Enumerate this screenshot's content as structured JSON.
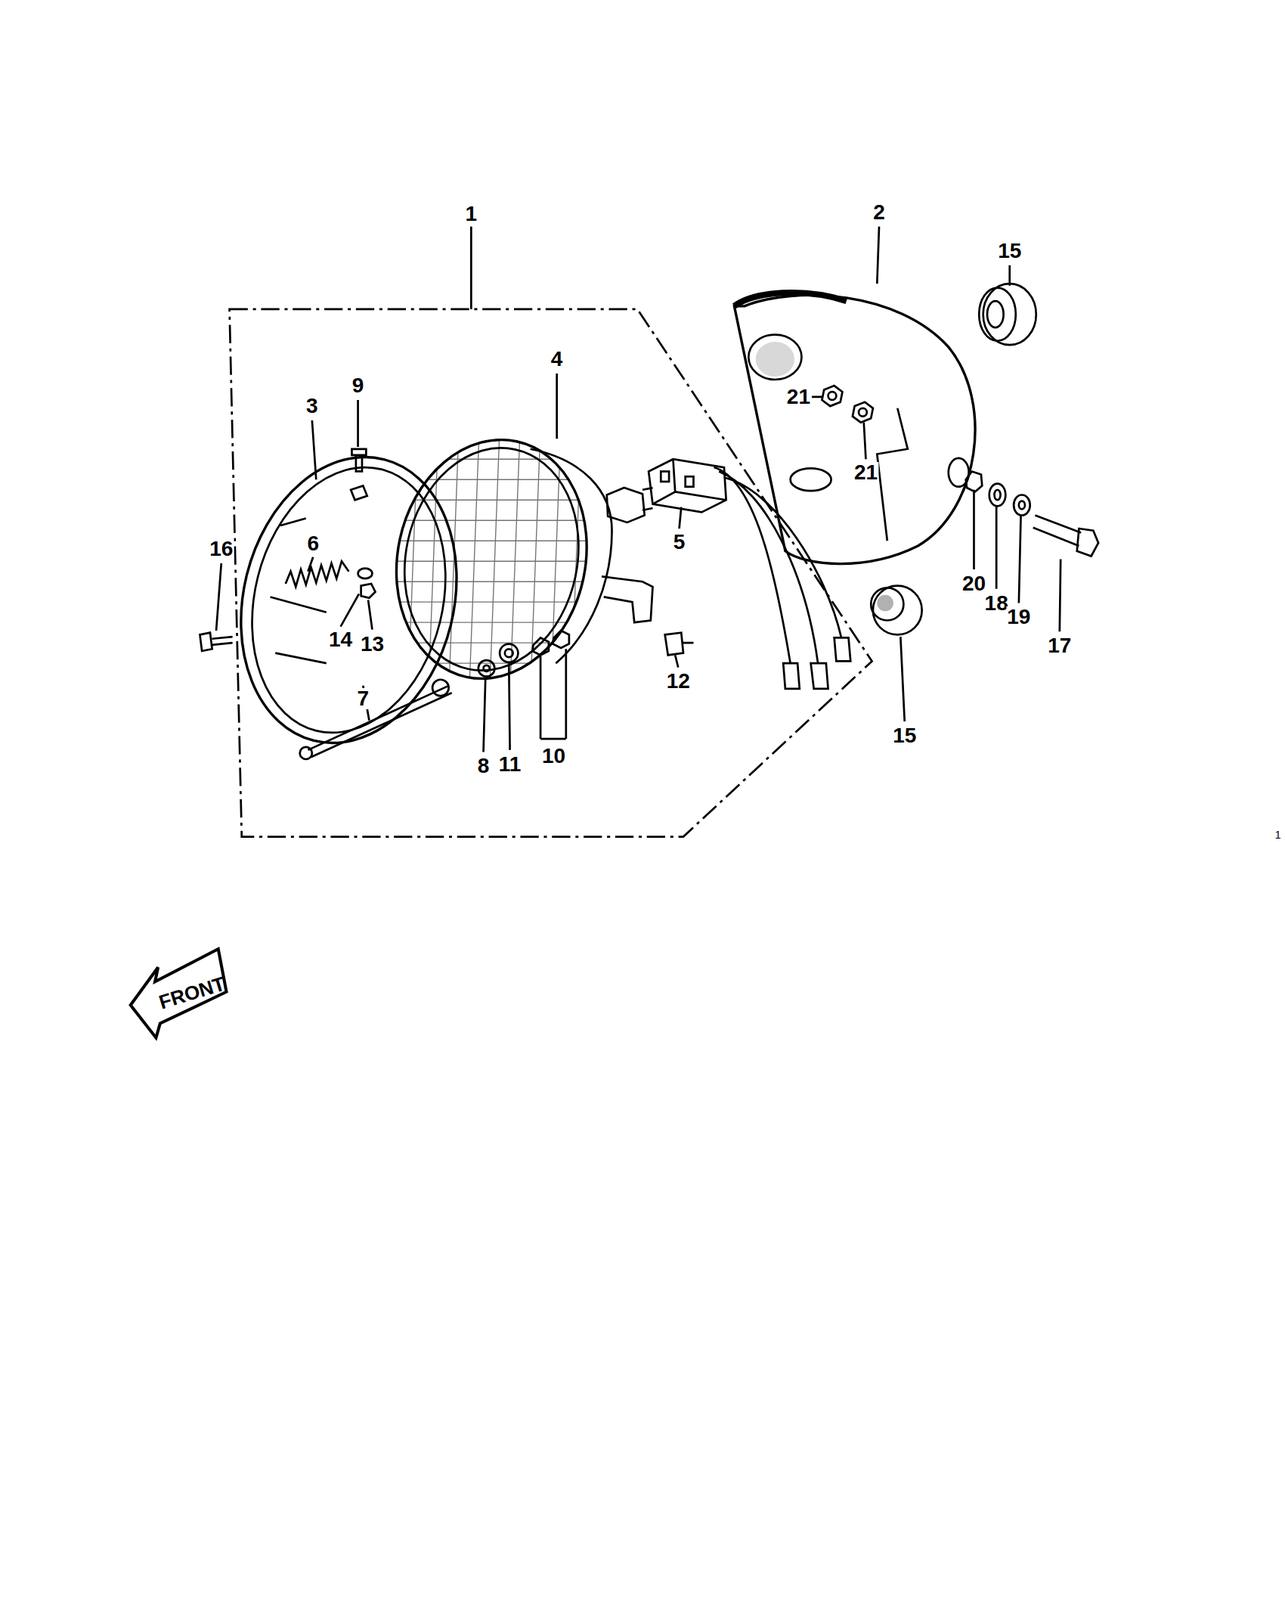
{
  "diagram": {
    "labels": [
      "1",
      "2",
      "15",
      "4",
      "9",
      "3",
      "21",
      "21",
      "6",
      "16",
      "5",
      "20",
      "18",
      "19",
      "17",
      "14",
      "13",
      "7",
      "12",
      "8",
      "11",
      "10",
      "15",
      "FRONT",
      "1"
    ]
  }
}
